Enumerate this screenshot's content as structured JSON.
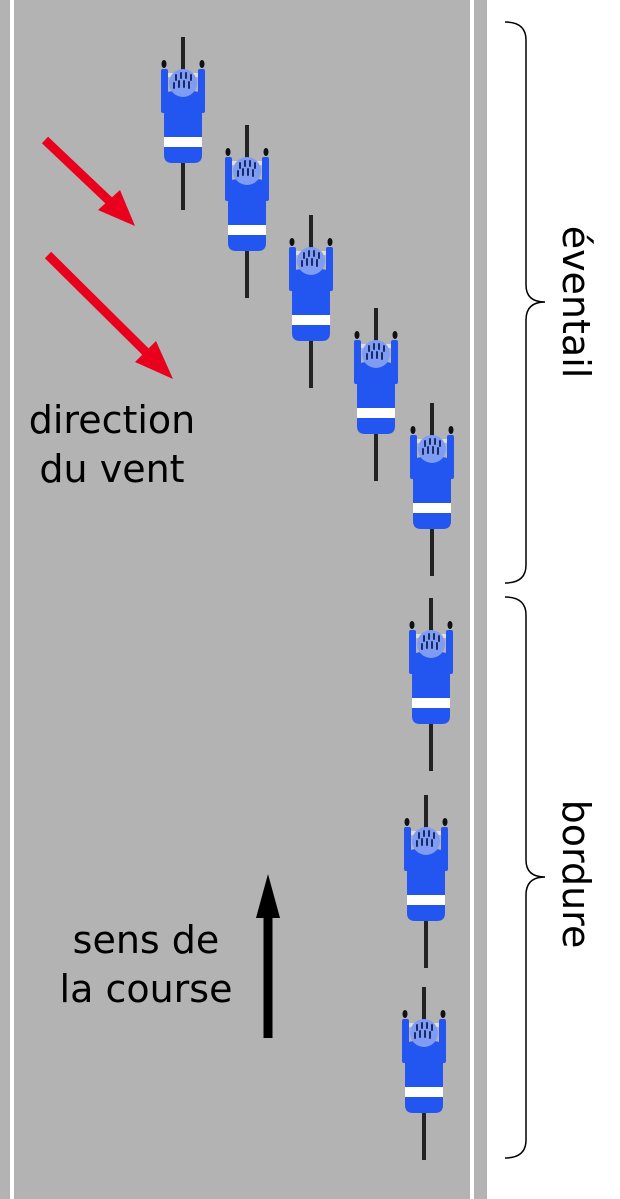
{
  "labels": {
    "wind_line1": "direction",
    "wind_line2": "du vent",
    "race_line1": "sens de",
    "race_line2": "la course",
    "group_fan": "éventail",
    "group_edge": "bordure"
  },
  "colors": {
    "road": "#b3b3b3",
    "rider": "#2356f0",
    "rider_head": "#7f9cf5",
    "wind_arrow": "#e8001c",
    "race_arrow": "#000000"
  },
  "riders_in_fan": 5,
  "riders_in_edge": 3
}
